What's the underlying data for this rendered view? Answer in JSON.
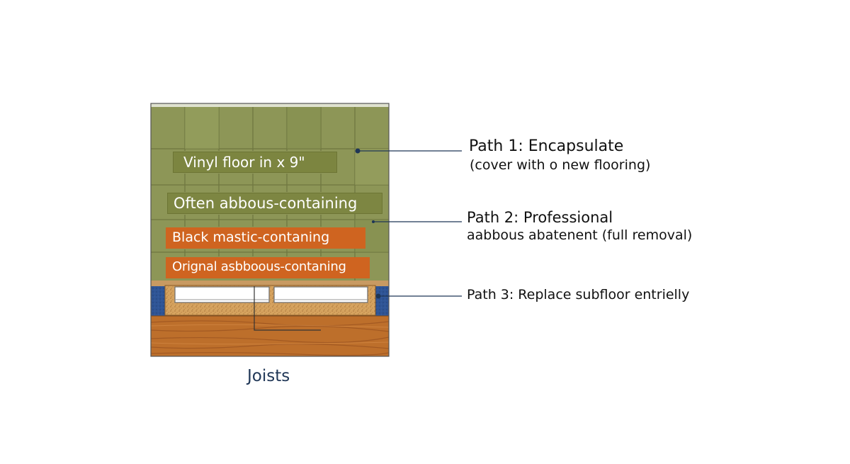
{
  "diagram": {
    "layers": {
      "vinyl": "Vinyl floor in x 9\"",
      "often": "Often abbous-containing",
      "black_mastic": "Black mastic-contaning",
      "original": "Orignal asbboous-contaning"
    },
    "joists_label": "Joists",
    "paths": [
      {
        "title": "Path 1: Encapsulate",
        "subtitle": "(cover with o new flooring)"
      },
      {
        "title": "Path 2: Professional",
        "subtitle": "aabbous abatenent (full removal)"
      },
      {
        "title": "Path 3: Replace subfloor entrielly"
      }
    ],
    "colors": {
      "tile": "#8d9657",
      "tile_grout": "#6f7740",
      "label_green": "#7c8540",
      "label_orange": "#cf6420",
      "subfloor_blue": "#2b4f8f",
      "wood": "#bd6f2b",
      "leader_line": "#1f3656"
    }
  }
}
